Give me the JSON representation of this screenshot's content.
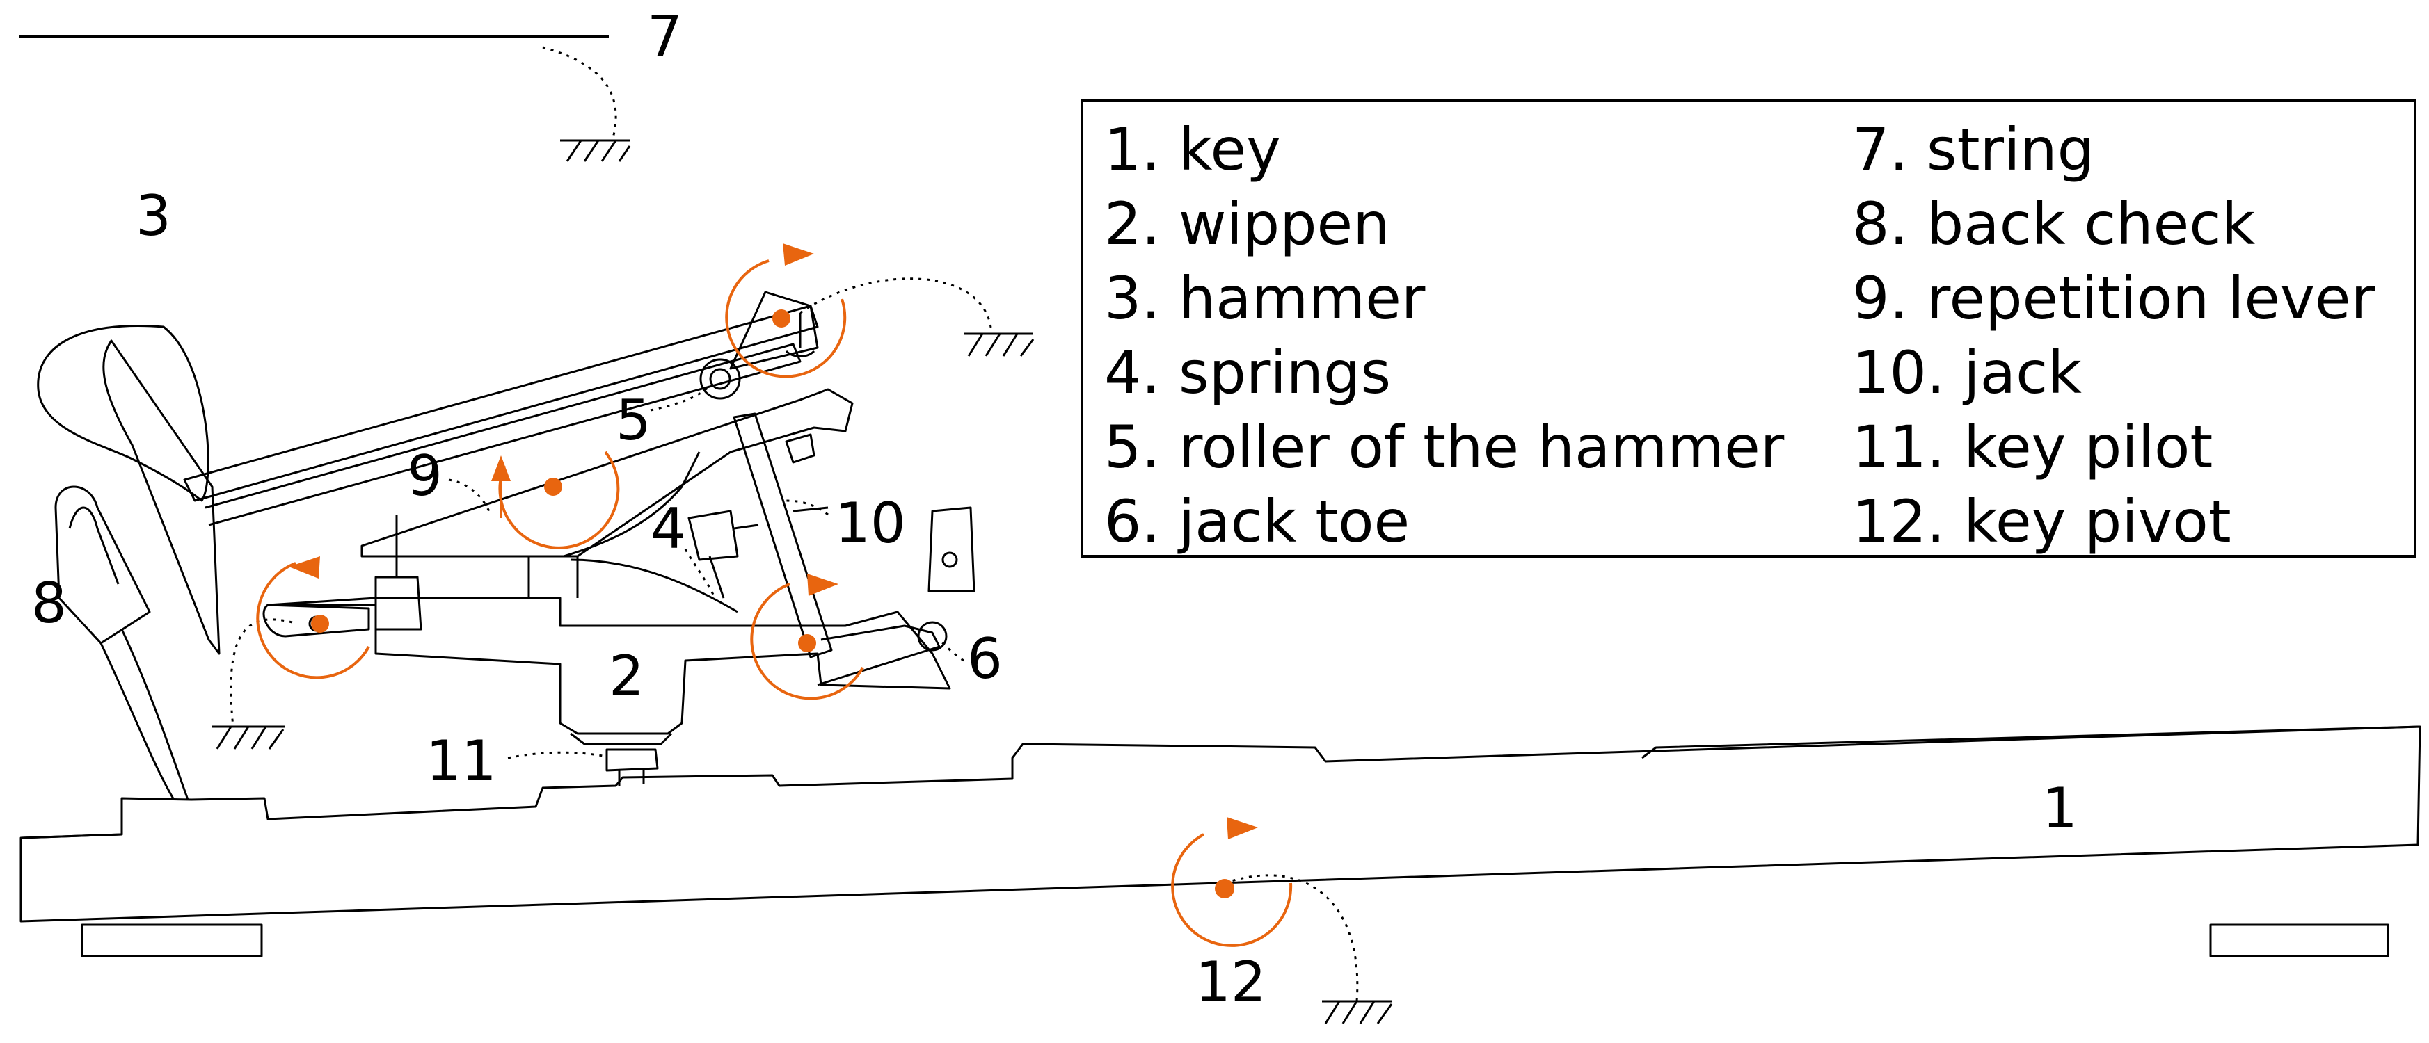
{
  "callouts": {
    "key": "1",
    "wippen": "2",
    "hammer": "3",
    "springs": "4",
    "roller": "5",
    "jack_toe": "6",
    "string": "7",
    "back_check": "8",
    "repetition_lever": "9",
    "jack": "10",
    "key_pilot": "11",
    "key_pivot": "12"
  },
  "legend": {
    "left": [
      "1. key",
      "2. wippen",
      "3. hammer",
      "4. springs",
      "5. roller of the hammer",
      "6. jack toe"
    ],
    "right": [
      "7. string",
      "8. back check",
      "9. repetition lever",
      "10. jack",
      "11. key pilot",
      "12. key pivot"
    ]
  },
  "colors": {
    "accent": "#e8650f",
    "line": "#000000"
  }
}
